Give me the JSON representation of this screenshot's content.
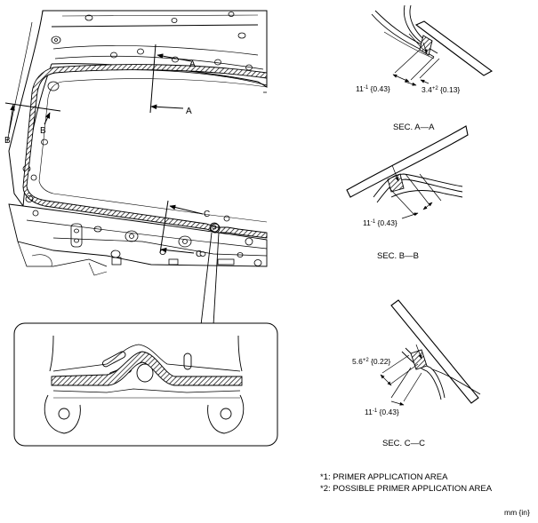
{
  "section_markers": {
    "a": "A",
    "b": "B",
    "c": "C"
  },
  "section_titles": {
    "aa": "SEC. A—A",
    "bb": "SEC. B—B",
    "cc": "SEC. C—C"
  },
  "dimensions": {
    "aa_left": {
      "base": "11",
      "sup": "-1",
      "tail": " {0.43}"
    },
    "aa_right": {
      "base": "3.4",
      "sup": "+2",
      "tail": " {0.13}"
    },
    "bb": {
      "base": "11",
      "sup": "-1",
      "tail": " {0.43}"
    },
    "cc_top": {
      "base": "5.6",
      "sup": "+2",
      "tail": " {0.22}"
    },
    "cc_bottom": {
      "base": "11",
      "sup": "-1",
      "tail": " {0.43}"
    }
  },
  "legend": [
    {
      "mark": "*1:",
      "text": "PRIMER APPLICATION AREA"
    },
    {
      "mark": "*2:",
      "text": "POSSIBLE PRIMER APPLICATION AREA"
    }
  ],
  "unit_note": "mm {in}"
}
